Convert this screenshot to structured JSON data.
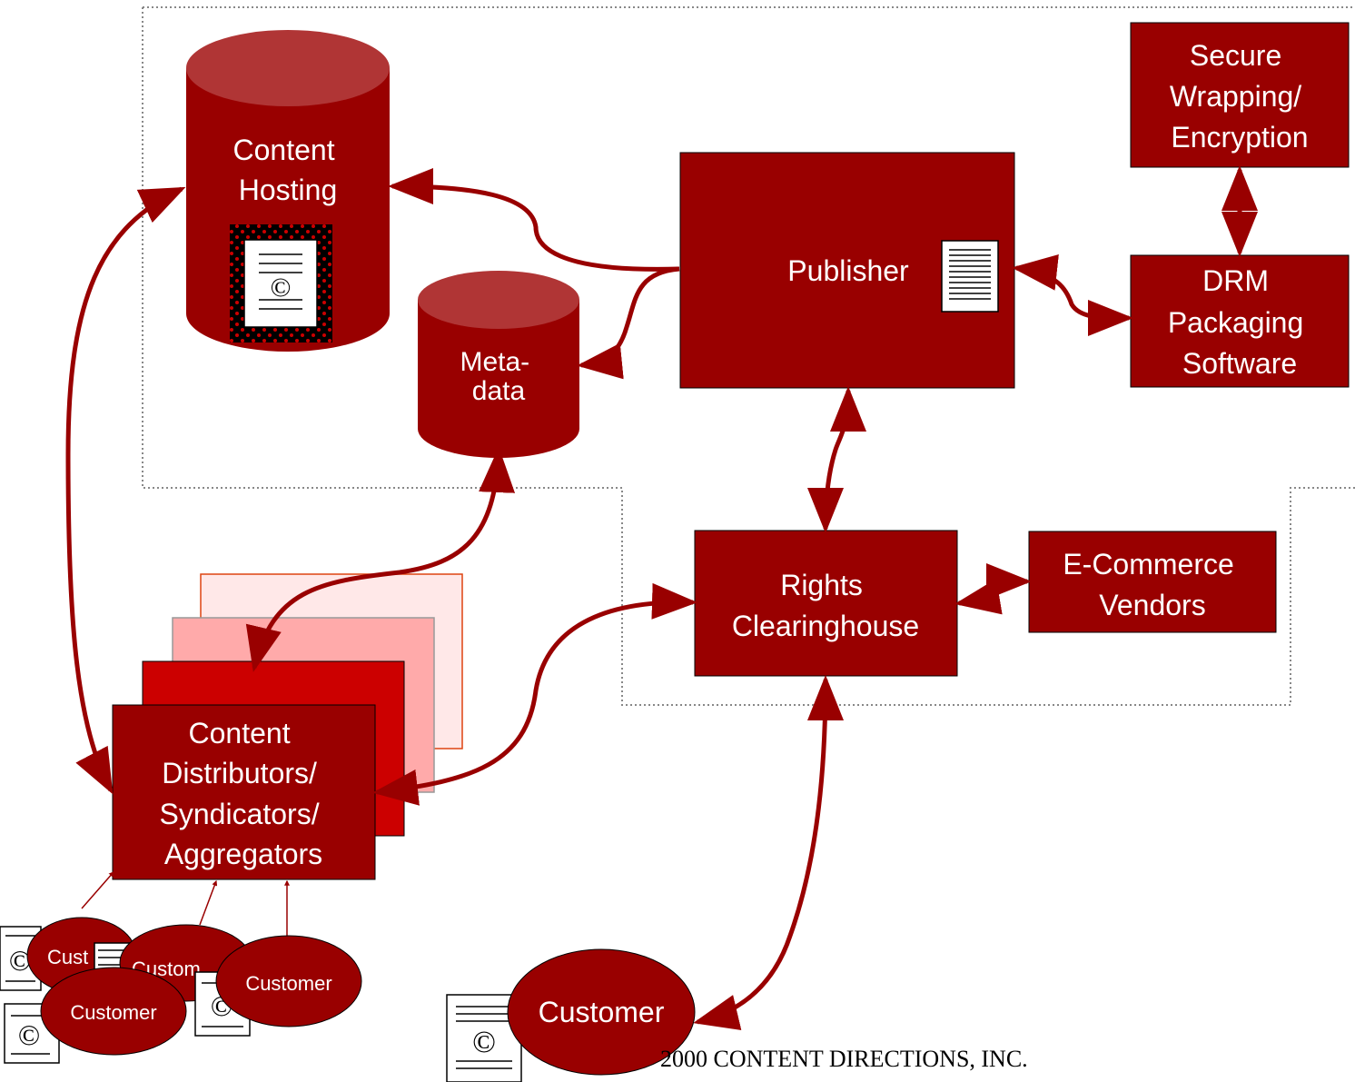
{
  "nodes": {
    "content_hosting": [
      "Content",
      "Hosting"
    ],
    "metadata": [
      "Meta-",
      "data"
    ],
    "publisher": "Publisher",
    "secure_wrapping": [
      "Secure",
      "Wrapping/",
      "Encryption"
    ],
    "drm_packaging": [
      "DRM",
      "Packaging",
      "Software"
    ],
    "rights_clearinghouse": [
      "Rights",
      "Clearinghouse"
    ],
    "ecommerce_vendors": [
      "E-Commerce",
      "Vendors"
    ],
    "distributors": [
      "Content",
      "Distributors/",
      "Syndicators/",
      "Aggregators"
    ],
    "customer_main": "Customer",
    "customer_small": [
      "Cust",
      "Custom",
      "Customer",
      "Customer"
    ]
  },
  "symbols": {
    "copyright": "©"
  },
  "footer": "2000 CONTENT DIRECTIONS, INC.",
  "colors": {
    "primary": "#990000",
    "cylinder_top": "#b03535",
    "distributor_layer_red": "#cc0000",
    "distributor_layer_pink": "#ffaaaa",
    "distributor_layer_light": "#ffe8e8",
    "dotted_border": "#888888"
  }
}
